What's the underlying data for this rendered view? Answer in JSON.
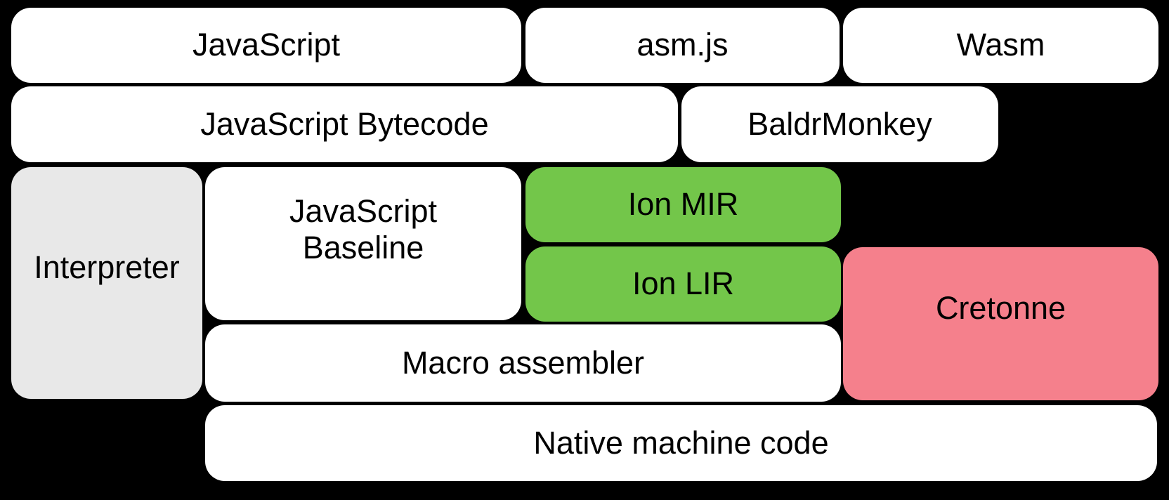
{
  "diagram": {
    "description": "Compiler pipeline diagram (SpiderMonkey / Cretonne tiers)",
    "colors": {
      "background": "#000000",
      "node_white": "#ffffff",
      "node_gray": "#e8e8e8",
      "node_green": "#73c64a",
      "node_pink": "#f5808c",
      "text": "#000000"
    },
    "nodes": {
      "javascript": {
        "label": "JavaScript"
      },
      "asmjs": {
        "label": "asm.js"
      },
      "wasm": {
        "label": "Wasm"
      },
      "bytecode": {
        "label": "JavaScript Bytecode"
      },
      "baldrmonkey": {
        "label": "BaldrMonkey"
      },
      "interpreter": {
        "label": "Interpreter"
      },
      "baseline": {
        "label": "JavaScript Baseline",
        "line1": "JavaScript",
        "line2": "Baseline"
      },
      "ion_mir": {
        "label": "Ion MIR"
      },
      "ion_lir": {
        "label": "Ion LIR"
      },
      "cretonne": {
        "label": "Cretonne"
      },
      "macro_assembler": {
        "label": "Macro assembler"
      },
      "native": {
        "label": "Native machine code"
      }
    }
  }
}
